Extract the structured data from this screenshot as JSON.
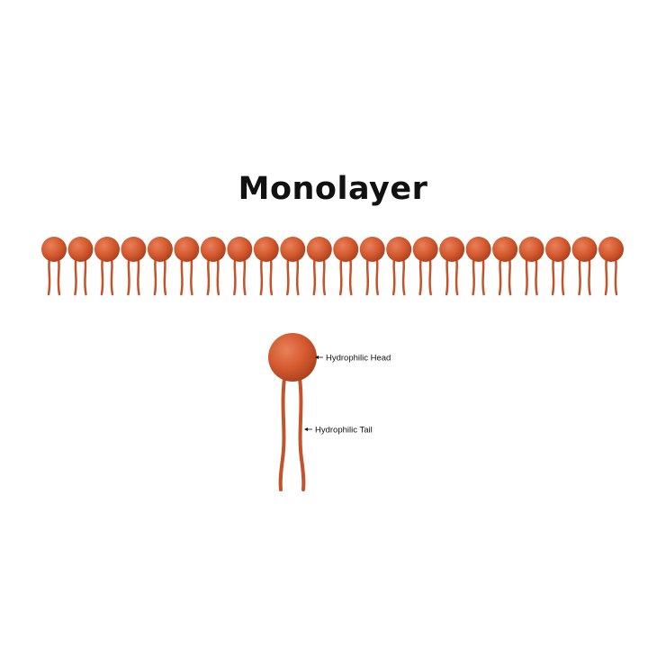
{
  "title": "Monolayer",
  "monolayer": {
    "molecule_count": 22
  },
  "single_molecule": {
    "labels": {
      "head": "Hydrophilic Head",
      "tail": "Hydrophilic Tail"
    }
  },
  "colors": {
    "head_light": "#e8805a",
    "head_main": "#d55a30",
    "head_dark": "#a8401c",
    "tail": "#c4532b",
    "text": "#111111",
    "background": "#ffffff"
  }
}
